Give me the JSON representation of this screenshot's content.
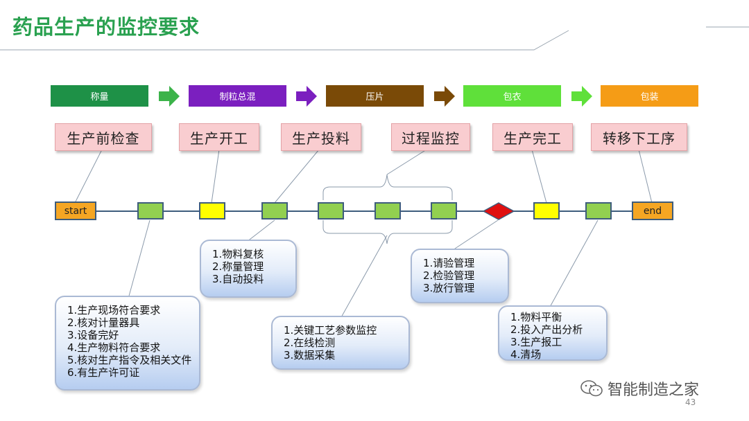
{
  "title": "药品生产的监控要求",
  "phases": [
    {
      "label": "称量",
      "color": "#1e9147"
    },
    {
      "label": "制粒总混",
      "color": "#7b1fbf"
    },
    {
      "label": "压片",
      "color": "#7a4a07"
    },
    {
      "label": "包衣",
      "color": "#5fe03a"
    },
    {
      "label": "包装",
      "color": "#f59c16"
    }
  ],
  "arrow_color": "#3cb34a",
  "steps": [
    "生产前检查",
    "生产开工",
    "生产投料",
    "过程监控",
    "生产完工",
    "转移下工序"
  ],
  "timeline": {
    "start_label": "start",
    "end_label": "end"
  },
  "notes": {
    "pre_check": [
      "1.生产现场符合要求",
      "2.核对计量器具",
      "3.设备完好",
      "4.生产物料符合要求",
      "5.核对生产指令及相关文件",
      "6.有生产许可证"
    ],
    "feeding": [
      "1.物料复核",
      "2.称量管理",
      "3.自动投料"
    ],
    "process": [
      "1.关键工艺参数监控",
      "2.在线检测",
      "3.数据采集"
    ],
    "inspection": [
      "1.请验管理",
      "2.检验管理",
      "3.放行管理"
    ],
    "completion": [
      "1.物料平衡",
      "2.投入产出分析",
      "3.生产报工",
      "4.清场"
    ]
  },
  "watermark": "智能制造之家",
  "page_number": "43"
}
